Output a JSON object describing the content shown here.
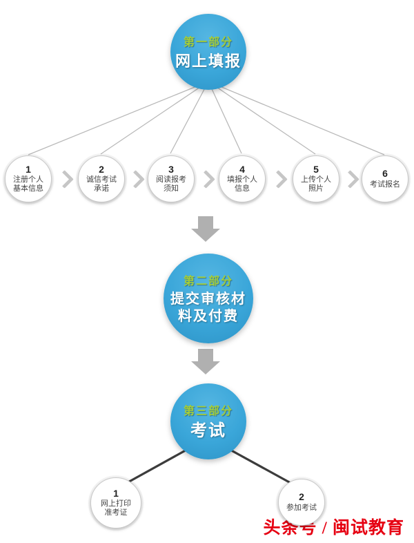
{
  "part1": {
    "label": "第一部分",
    "title": "网上填报",
    "steps": [
      {
        "num": "1",
        "label": "注册个人\n基本信息"
      },
      {
        "num": "2",
        "label": "诚信考试\n承诺"
      },
      {
        "num": "3",
        "label": "阅读报考\n须知"
      },
      {
        "num": "4",
        "label": "填报个人\n信息"
      },
      {
        "num": "5",
        "label": "上传个人\n照片"
      },
      {
        "num": "6",
        "label": "考试报名"
      }
    ]
  },
  "part2": {
    "label": "第二部分",
    "title": "提交审核材\n料及付费"
  },
  "part3": {
    "label": "第三部分",
    "title": "考试",
    "steps": [
      {
        "num": "1",
        "label": "网上打印\n准考证"
      },
      {
        "num": "2",
        "label": "参加考试"
      }
    ]
  },
  "watermark": "头条号 / 闽试教育",
  "colors": {
    "circle_blue": "#3aa6d9",
    "label_green": "#a3cd3a",
    "watermark_red": "#e60012",
    "line_gray": "#b9b9b9",
    "arrow_gray": "#b0b0b0",
    "dark_line": "#3c3c3c"
  }
}
